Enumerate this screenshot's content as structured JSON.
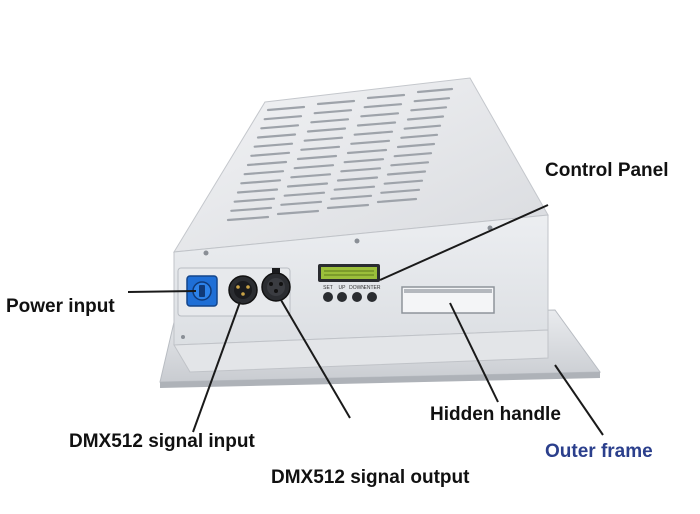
{
  "labels": {
    "control_panel": "Control Panel",
    "power_input": "Power input",
    "dmx_input": "DMX512 signal input",
    "dmx_output": "DMX512 signal output",
    "hidden_handle": "Hidden handle",
    "outer_frame": "Outer frame"
  },
  "buttons": {
    "set": "SET",
    "up": "UP",
    "down": "DOWN",
    "enter": "ENTER"
  },
  "colors": {
    "label_text": "#111111",
    "outer_frame_label": "#2b3f8c",
    "power_connector": "#1f6fd6",
    "lcd": "#9bbf3a"
  }
}
